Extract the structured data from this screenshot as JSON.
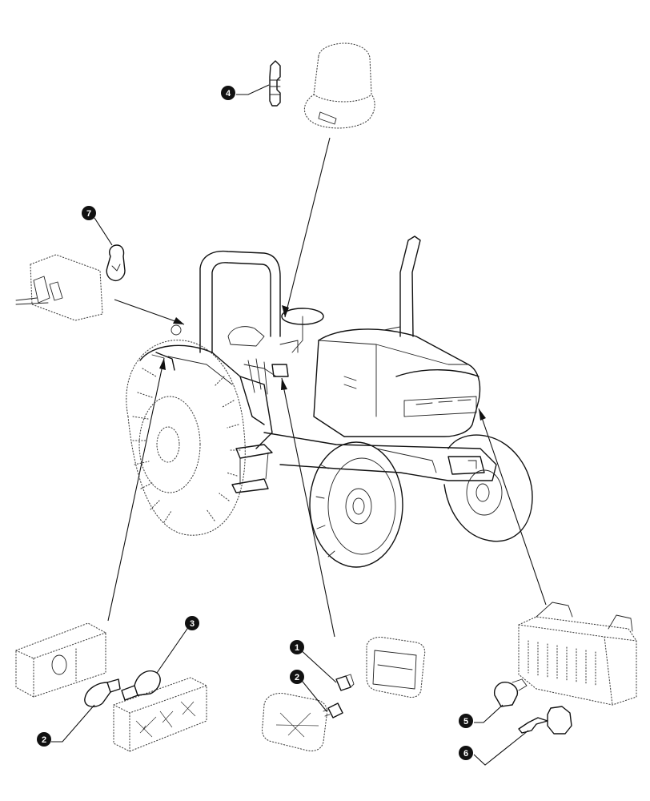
{
  "figure": {
    "callouts": [
      {
        "id": "callout-1",
        "label": "1"
      },
      {
        "id": "callout-2a",
        "label": "2"
      },
      {
        "id": "callout-2b",
        "label": "2"
      },
      {
        "id": "callout-3",
        "label": "3"
      },
      {
        "id": "callout-4",
        "label": "4"
      },
      {
        "id": "callout-5",
        "label": "5"
      },
      {
        "id": "callout-6",
        "label": "6"
      },
      {
        "id": "callout-7",
        "label": "7"
      }
    ]
  }
}
